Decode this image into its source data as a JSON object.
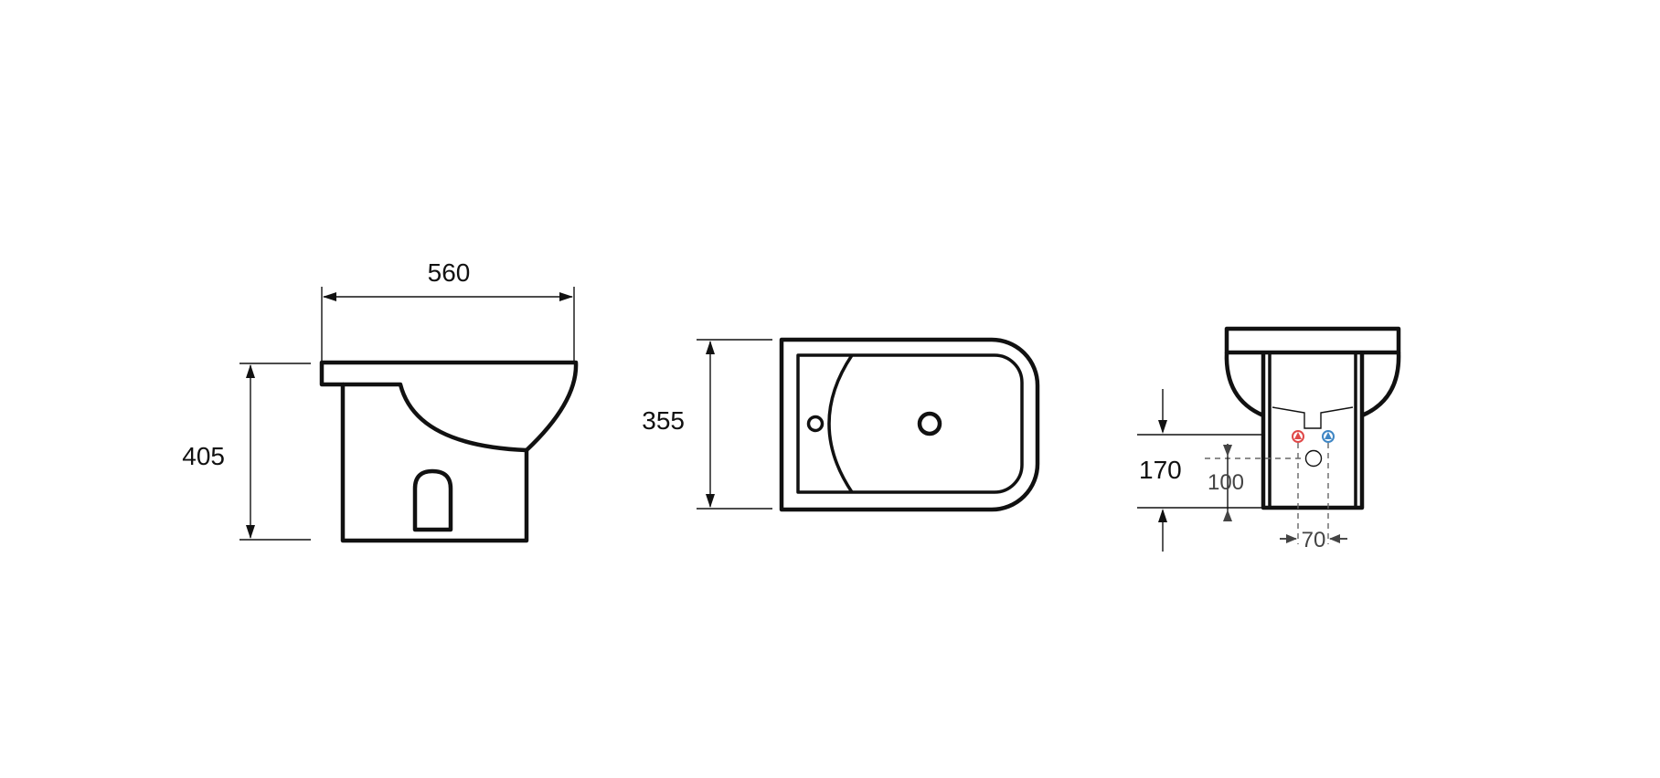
{
  "views": {
    "side": {
      "width_dimension": "560",
      "height_dimension": "405"
    },
    "top": {
      "depth_dimension": "355"
    },
    "rear": {
      "inlet_height_dimension": "170",
      "outlet_height_dimension": "100",
      "inlet_spacing_dimension": "70"
    }
  },
  "colors": {
    "line": "#111111",
    "hot_inlet": "#e04848",
    "cold_inlet": "#3f86c4",
    "dashed": "#666666"
  }
}
